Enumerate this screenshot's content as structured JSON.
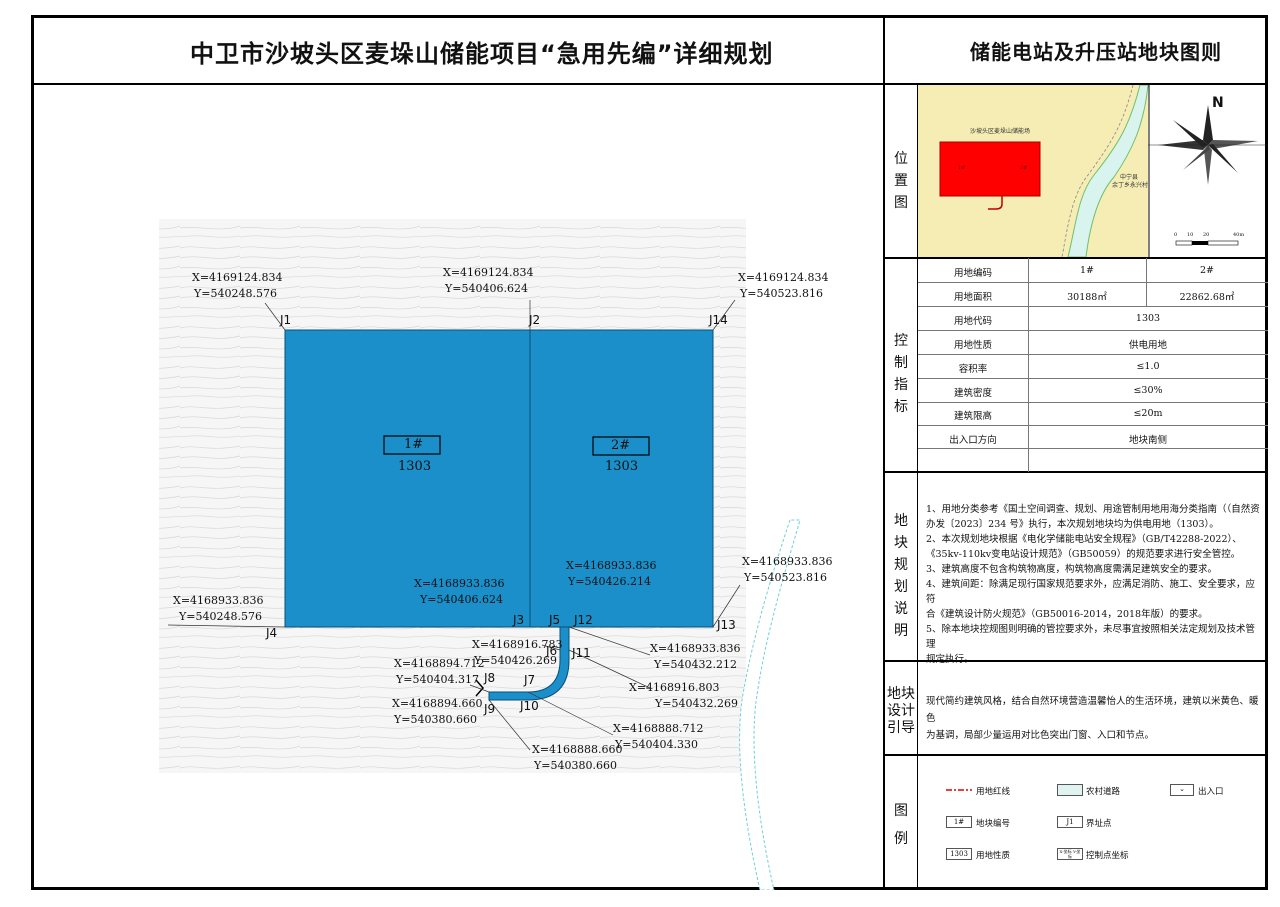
{
  "title": "中卫市沙坡头区麦垛山储能项目“急用先编”详细规划",
  "side_title": "储能电站及升压站地块图则",
  "sections": {
    "location": "位置图",
    "control": "控制指标",
    "notes": "地块规划说明",
    "design": "地块设计引导",
    "legend": "图例"
  },
  "location_map": {
    "label_top": "沙坡头区麦垛山储能场",
    "label_right_1": "中宁县",
    "label_right_2": "余丁乡永兴村",
    "plot_label_1": "1#",
    "plot_label_2": "2#",
    "north": "N",
    "scale_ticks": [
      "0",
      "10",
      "20",
      "40m"
    ],
    "colors": {
      "background": "#f5edb4",
      "plot": "#ff0000",
      "road": "#d9f3ee"
    }
  },
  "control_table": {
    "rows": [
      {
        "label": "用地编码",
        "v1": "1#",
        "v2": "2#"
      },
      {
        "label": "用地面积",
        "v1": "30188㎡",
        "v2": "22862.68㎡"
      },
      {
        "label": "用地代码",
        "value": "1303"
      },
      {
        "label": "用地性质",
        "value": "供电用地"
      },
      {
        "label": "容积率",
        "value": "≤1.0"
      },
      {
        "label": "建筑密度",
        "value": "≤30%"
      },
      {
        "label": "建筑限高",
        "value": "≤20m"
      },
      {
        "label": "出入口方向",
        "value": "地块南侧"
      }
    ]
  },
  "notes": [
    "1、用地分类参考《国土空间调查、规划、用途管制用地用海分类指南（（自然资",
    "办发〔2023〕234 号》执行，本次规划地块均为供电用地（1303）。",
    "2、本次规划地块根据《电化学储能电站安全规程》（GB/T42288-2022）、",
    "《35kv-110kv变电站设计规范》（GB50059）的规范要求进行安全管控。",
    "3、建筑高度不包含构筑物高度，构筑物高度需满足建筑安全的要求。",
    "4、建筑间距：除满足现行国家规范要求外，应满足消防、施工、安全要求，应符",
    "合《建筑设计防火规范》（GB50016-2014，2018年版）的要求。",
    "5、除本地块控规图则明确的管控要求外，未尽事宜按照相关法定规划及技术管理",
    "规定执行。"
  ],
  "design_guide": [
    "现代简约建筑风格，结合自然环境营造温馨怡人的生活环境，建筑以米黄色、暖色",
    "为基调，局部少量运用对比色突出门窗、入口和节点。"
  ],
  "legend": {
    "red_line": "用地红线",
    "rural_road": "农村道路",
    "entrance": "出入口",
    "plot_code_sym": "1#",
    "plot_code": "地块编号",
    "boundary_sym": "J1",
    "boundary": "界址点",
    "nature_sym": "1303",
    "nature": "用地性质",
    "coord_sym": "X-坐标 Y-坐标",
    "coord": "控制点坐标"
  },
  "map": {
    "colors": {
      "plot": "#1a8fc9",
      "road": "#b8e0ec"
    },
    "plots": [
      {
        "id": "1#",
        "code": "1303"
      },
      {
        "id": "2#",
        "code": "1303"
      }
    ],
    "points": {
      "J1": "J1",
      "J2": "J2",
      "J14": "J14",
      "J3": "J3",
      "J4": "J4",
      "J5": "J5",
      "J12": "J12",
      "J13": "J13",
      "J6": "J6",
      "J11": "J11",
      "J7": "J7",
      "J8": "J8",
      "J9": "J9",
      "J10": "J10"
    },
    "coords": {
      "c1x": "X=4169124.834",
      "c1y": "Y=540248.576",
      "c2x": "X=4169124.834",
      "c2y": "Y=540406.624",
      "c3x": "X=4169124.834",
      "c3y": "Y=540523.816",
      "c4x": "X=4168933.836",
      "c4y": "Y=540248.576",
      "c5x": "X=4168933.836",
      "c5y": "Y=540406.624",
      "c6x": "X=4168933.836",
      "c6y": "Y=540426.214",
      "c7x": "X=4168933.836",
      "c7y": "Y=540523.816",
      "c8x": "X=4168916.783",
      "c8y": "Y=540426.269",
      "c9x": "X=4168933.836",
      "c9y": "Y=540432.212",
      "c10x": "X=4168894.712",
      "c10y": "Y=540404.317",
      "c11x": "X=4168916.803",
      "c11y": "Y=540432.269",
      "c12x": "X=4168894.660",
      "c12y": "Y=540380.660",
      "c13x": "X=4168888.712",
      "c13y": "Y=540404.330",
      "c14x": "X=4168888.660",
      "c14y": "Y=540380.660"
    }
  }
}
